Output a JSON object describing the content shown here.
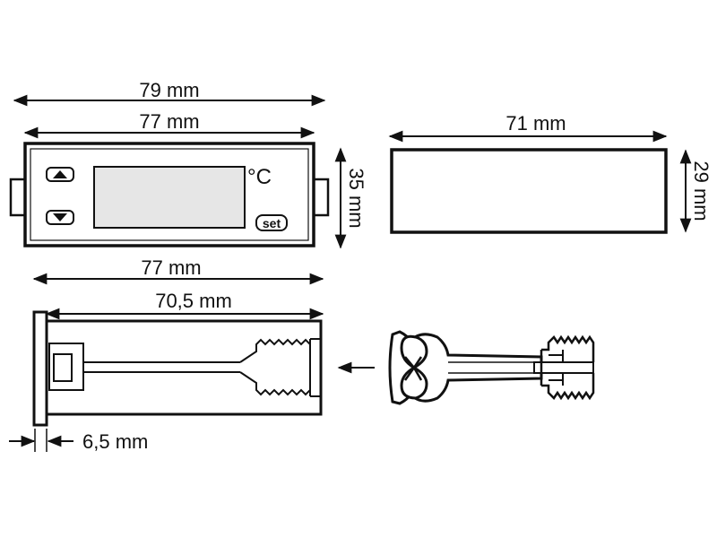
{
  "dimensions": {
    "overall_width": "79 mm",
    "front_width": "77 mm",
    "front_height": "35 mm",
    "cutout_width": "71 mm",
    "cutout_height": "29 mm",
    "side_width": "77 mm",
    "body_depth": "70,5 mm",
    "panel_thickness": "6,5 mm"
  },
  "front_panel": {
    "unit_label": "°C",
    "set_button": "set"
  }
}
